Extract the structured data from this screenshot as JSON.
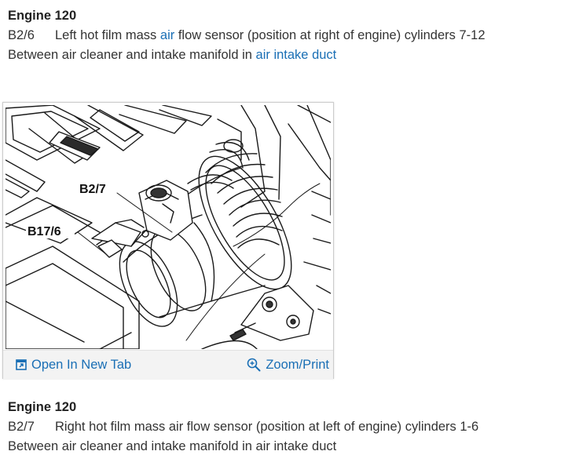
{
  "section1": {
    "heading": "Engine 120",
    "code": "B2/6",
    "line1_prefix": "Left hot film mass ",
    "line1_link": "air",
    "line1_suffix": " flow sensor (position at right of engine) cylinders 7-12",
    "line2_prefix": "Between air cleaner and intake manifold in ",
    "line2_link": "air intake duct"
  },
  "figure": {
    "labels": {
      "b27": "B2/7",
      "b176": "B17/6"
    },
    "open_tab_label": "Open In New Tab",
    "zoom_label": "Zoom/Print",
    "icons": {
      "open": "open-new-tab-icon",
      "zoom": "zoom-icon"
    }
  },
  "section2": {
    "heading": "Engine 120",
    "code": "B2/7",
    "line1": "Right hot film mass air flow sensor (position at left of engine) cylinders 1-6",
    "line2": "Between air cleaner and intake manifold in air intake duct"
  },
  "colors": {
    "link": "#1a6fb5",
    "text": "#333333",
    "toolbar_bg": "#f3f3f3"
  }
}
